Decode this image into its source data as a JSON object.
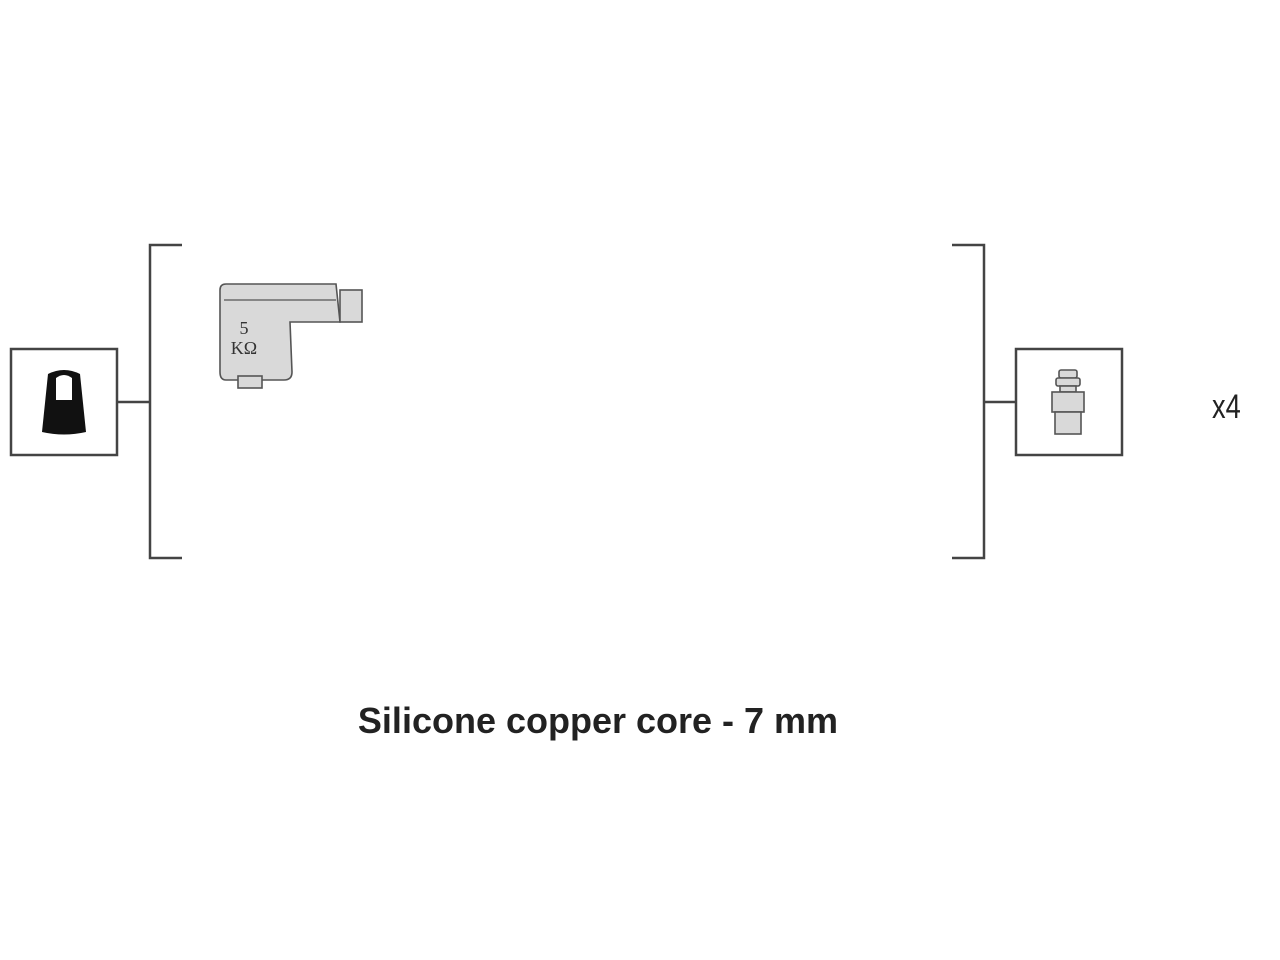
{
  "caption": "Silicone copper core - 7 mm",
  "multiplier": "x4",
  "resistance": {
    "value": "5",
    "unit": "KΩ"
  },
  "icons": {
    "left_connector": "coil-terminal-icon",
    "right_connector": "spark-plug-terminal-icon"
  },
  "colors": {
    "line": "#444444",
    "part_fill": "#d9d9d9",
    "icon_fill": "#111111"
  }
}
